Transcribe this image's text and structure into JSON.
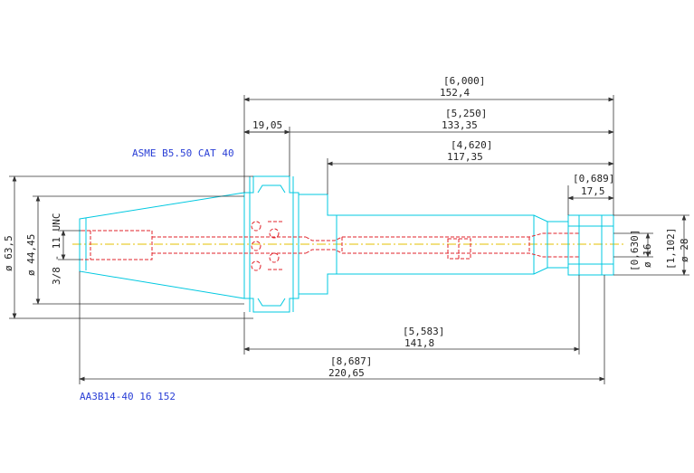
{
  "labels": {
    "standard": "ASME B5.50 CAT 40",
    "part_number": "AA3B14-40 16 152"
  },
  "dimensions": {
    "overall_inch": "[6,000]",
    "overall_mm": "152,4",
    "flange_to_end_inch": "[5,250]",
    "flange_to_end_mm": "133,35",
    "flange_width_mm": "19,05",
    "body_length_inch": "[4,620]",
    "body_length_mm": "117,35",
    "nut_length_inch": "[0,689]",
    "nut_length_mm": "17,5",
    "gauge_to_nut_inch": "[5,583]",
    "gauge_to_nut_mm": "141,8",
    "total_length_inch": "[8,687]",
    "total_length_mm": "220,65",
    "taper_dia": "ø 63,5",
    "taper_small_dia": "ø 44,45",
    "thread": "3/8 - 11 UNC",
    "bore_dia_inch": "[0,630]",
    "bore_dia_mm": "ø 16",
    "nut_dia_inch": "[1,102]",
    "nut_dia_mm": "ø 28"
  },
  "colors": {
    "outline": "#00c8e0",
    "hidden": "#e0232b",
    "centerline": "#e6c000",
    "label": "#2a3fd6",
    "dimension": "#333333"
  }
}
